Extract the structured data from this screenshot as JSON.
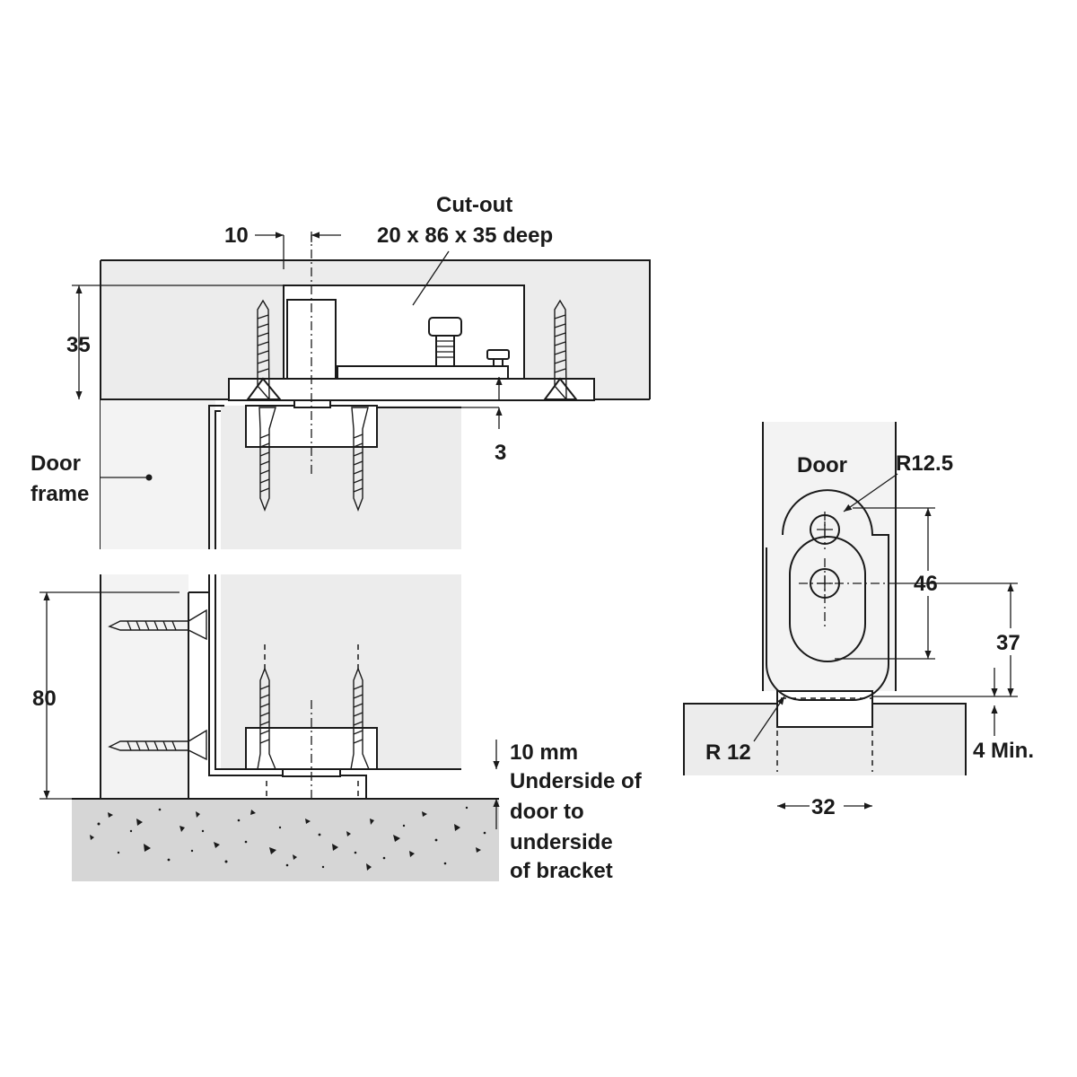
{
  "side_view": {
    "cutout": {
      "title": "Cut-out",
      "size": "20 x 86 x 35 deep"
    },
    "dim_10_top": "10",
    "dim_35": "35",
    "dim_3": "3",
    "dim_80": "80",
    "door_frame_line1": "Door",
    "door_frame_line2": "frame",
    "clearance": {
      "line1": "10 mm",
      "line2": "Underside of",
      "line3": "door to",
      "line4": "underside",
      "line5": "of bracket"
    }
  },
  "front_view": {
    "door_label": "Door",
    "r125": "R12.5",
    "r12": "R 12",
    "dim_46": "46",
    "dim_37": "37",
    "dim_4min": "4 Min.",
    "dim_32": "32"
  }
}
